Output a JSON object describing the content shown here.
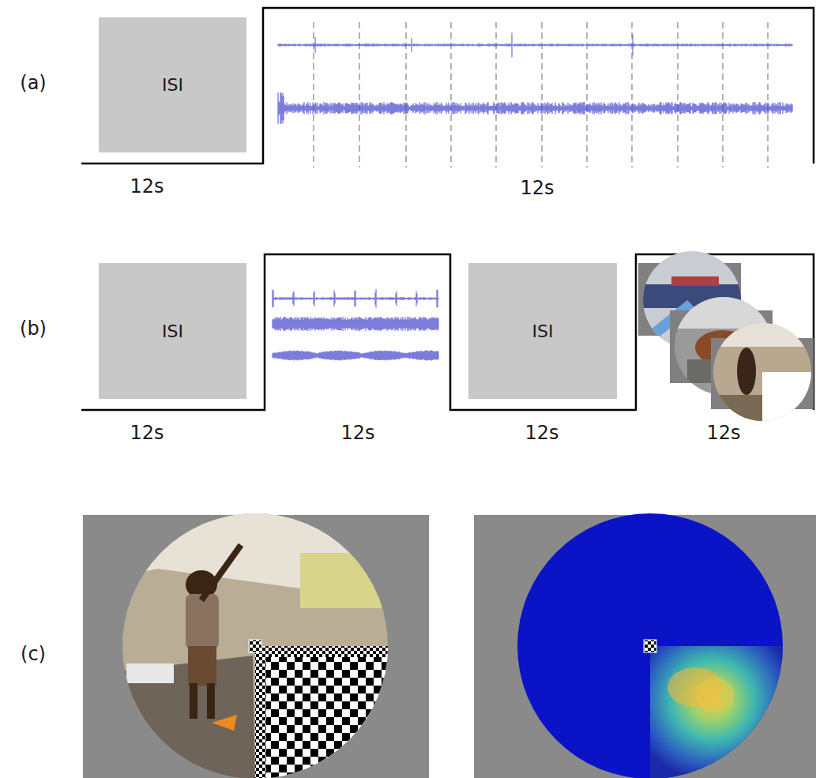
{
  "diagram": {
    "nodes": [
      {
        "text": [
          "ISI"
        ]
      },
      {
        "text": [
          "ISI"
        ]
      },
      {
        "text": [
          "ISI"
        ]
      }
    ],
    "labels": [
      "(a)",
      "12s",
      "12s",
      "(b)",
      "12s",
      "12s",
      "12s",
      "12s",
      "(c)"
    ]
  }
}
